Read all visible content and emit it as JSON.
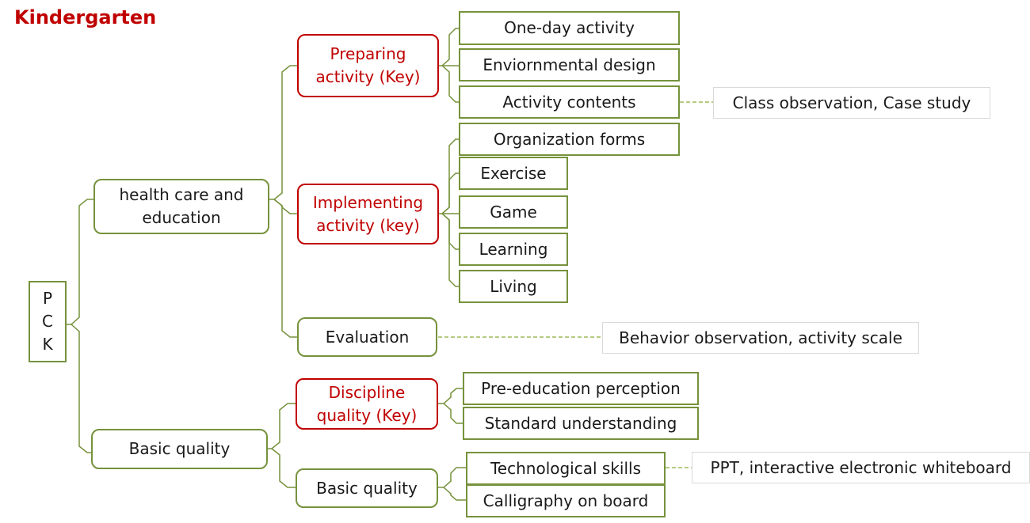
{
  "title": "Kindergarten",
  "root": {
    "letters": [
      "P",
      "C",
      "K"
    ]
  },
  "branches": {
    "health": {
      "label_lines": [
        "health care and",
        "education"
      ],
      "preparing": {
        "label_lines": [
          "Preparing",
          "activity (Key)"
        ],
        "items": [
          "One-day activity",
          "Enviornmental design",
          "Activity contents"
        ],
        "note": "Class observation, Case study"
      },
      "implementing": {
        "label_lines": [
          "Implementing",
          "activity (key)"
        ],
        "items": [
          "Organization forms",
          "Exercise",
          "Game",
          "Learning",
          "Living"
        ]
      },
      "evaluation": {
        "label": "Evaluation",
        "note": "Behavior observation, activity scale"
      }
    },
    "basic": {
      "label": "Basic quality",
      "discipline": {
        "label_lines": [
          "Discipline",
          "quality  (Key)"
        ],
        "items": [
          "Pre-education perception",
          "Standard understanding"
        ]
      },
      "basic_sub": {
        "label": "Basic quality",
        "items": [
          "Technological skills",
          "Calligraphy on board"
        ],
        "note": "PPT, interactive electronic whiteboard"
      }
    }
  },
  "colors": {
    "accent_red": "#c00000",
    "olive": "#76923c",
    "note_border": "#d9d9d9"
  }
}
